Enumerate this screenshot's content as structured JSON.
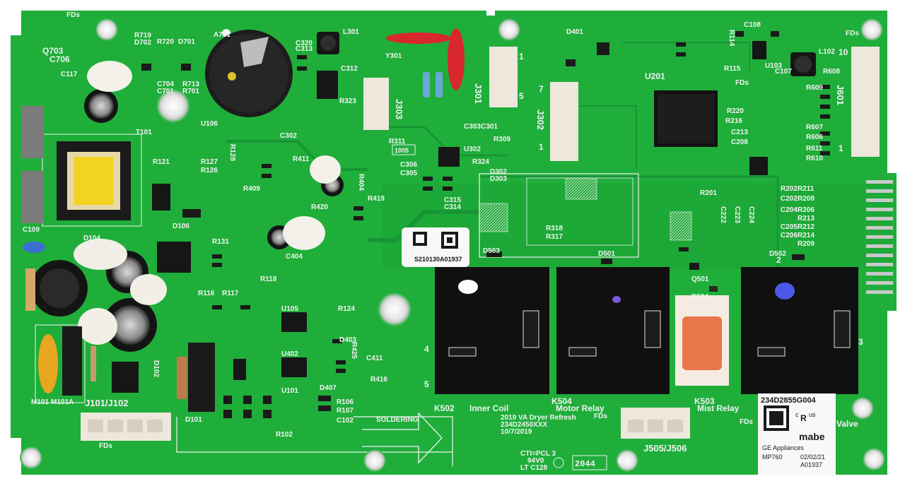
{
  "board": {
    "colors": {
      "pcb": "#1fae3a",
      "pcb_dark": "#16902f",
      "trace": "#189535",
      "silk": "#f2f2f2",
      "relay": "#101010",
      "orange_pad": "#e8764a",
      "red_cap": "#d8282e",
      "yellow_cap": "#e8a51e"
    },
    "relays": {
      "k502": "K502",
      "k504": "K504",
      "k503": "K503",
      "inner_coil": "Inner Coil",
      "motor_relay": "Motor Relay",
      "mist_relay": "Mist Relay",
      "valve": "Valve"
    },
    "connectors": {
      "j101": "J101/J102",
      "j505": "J505/J506",
      "j301": "J301",
      "j302": "J302",
      "j303": "J303",
      "j601": "J601"
    },
    "labels": {
      "soldering": "SOLDERING",
      "qr_serial": "S210130A01937",
      "board_note_1": "2019 VA Dryer Refresh",
      "board_note_2": "234D2450XXX",
      "board_note_3": "10/7/2019",
      "cti": "CTI=PCL 3",
      "rating": "94V0",
      "lt": "LT C128",
      "date_code": "2044",
      "part_number": "234D2855G004",
      "brand": "mabe",
      "ge_appliances": "GE Appliances",
      "model": "MP760",
      "label_date": "02/02/21",
      "label_serial": "A01937",
      "crystal": "1005",
      "ul_c": "c",
      "ul_us": "us",
      "ul_r": "R"
    },
    "refdes": {
      "a701": "A701",
      "t101": "T101",
      "u201": "U201",
      "u302": "U302",
      "u105": "U105",
      "u402": "U402",
      "u101": "U101",
      "u103": "U103",
      "u106": "U106",
      "l301": "L301",
      "l102": "L102",
      "y301": "Y301",
      "c706": "C706",
      "q703": "Q703",
      "c109": "C109",
      "d104": "D104",
      "d106": "D106",
      "d101": "D101",
      "d102": "D102",
      "m101": "M101",
      "m101a": "M101A",
      "r131": "R131",
      "d501": "D501",
      "d502": "D502",
      "d503": "D503",
      "d504": "D504",
      "d401": "D401",
      "r323": "R323",
      "c303": "C303",
      "c301": "C301",
      "r311": "R311",
      "r309": "R309",
      "r324": "R324",
      "d302": "D302",
      "d303": "D303",
      "c404": "C404",
      "r420": "R420",
      "r419": "R419",
      "r411": "R411",
      "r409": "R409",
      "r124": "R124",
      "r116": "R116",
      "r117": "R117",
      "r118": "R118",
      "r202": "R202",
      "r211": "R211",
      "r206": "R206",
      "r212": "R212",
      "r220": "R220",
      "r201": "R201",
      "r607": "R607",
      "r606": "R606",
      "r611": "R611",
      "r610": "R610",
      "r608": "R608",
      "r609": "R609",
      "c117": "C117",
      "c313": "C313",
      "c320": "C320",
      "c312": "C312",
      "c302": "C302",
      "c306": "C306",
      "c305": "C305",
      "c314": "C314",
      "c315": "C315",
      "c102": "C102",
      "c107": "C107",
      "c108": "C108",
      "c411": "C411",
      "r121": "R121",
      "r127": "R127",
      "r126": "R126",
      "r128": "R128",
      "r713": "R713",
      "r701": "R701",
      "r720": "R720",
      "r719": "R719",
      "d701": "D701",
      "d702": "D702",
      "c704": "C704",
      "c701": "C701",
      "r115": "R115",
      "r114": "R114",
      "r106": "R106",
      "r107": "R107",
      "r102": "R102",
      "d407": "D407",
      "d403": "D403",
      "r416": "R416",
      "r425": "R425",
      "r404": "R404",
      "r318": "R318",
      "r317": "R317",
      "c222": "C222",
      "c223": "C223",
      "c224": "C224",
      "c204": "C204",
      "c205": "C205",
      "c206": "C206",
      "c213": "C213",
      "c208": "C208",
      "c202": "C202",
      "r208": "R208",
      "r209": "R209",
      "r213": "R213",
      "r214": "R214",
      "r216": "R216",
      "q501": "Q501"
    },
    "pins": {
      "p1": "1",
      "p4": "4",
      "p5": "5",
      "p7": "7",
      "p10": "10",
      "p2": "2",
      "p3": "3"
    },
    "fiducial": "FDs"
  }
}
